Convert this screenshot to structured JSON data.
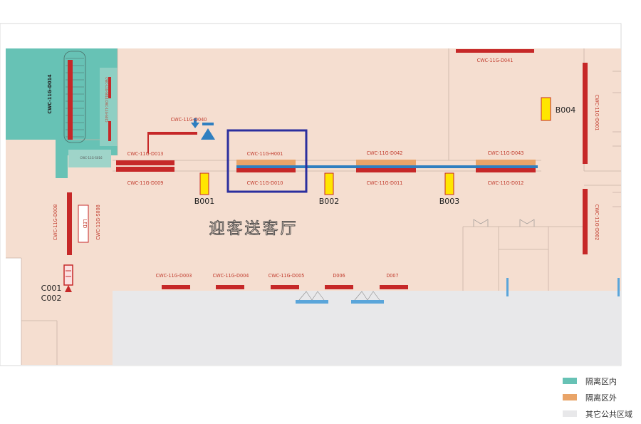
{
  "colors": {
    "isolation_inside": "#67c2b5",
    "isolation_outside": "#e9a468",
    "public_area": "#e8e8ea",
    "floor": "#f5ded0",
    "counter_red": "#c62828",
    "highlight_frame": "#2b2f9e",
    "belt_blue": "#2f7fc0",
    "gate_yellow": "#ffe600"
  },
  "hall_title": "迎客送客厅",
  "led_label": "LED",
  "counters": {
    "d014": "CWC-11G-D014",
    "s014": "CWC-11G-S014",
    "s015": "CWC-11G-S015",
    "s016": "CWC-11G-S016",
    "d040": "CWC-11G-D040",
    "d041": "CWC-11G-D041",
    "d013": "CWC-11G-D013",
    "h001": "CWC-11G-H001",
    "d042": "CWC-11G-D042",
    "d043": "CWC-11G-D043",
    "d009": "CWC-11G-D009",
    "d010": "CWC-11G-D010",
    "d011": "CWC-11G-D011",
    "d012": "CWC-11G-D012",
    "d008": "CWC-11G-D008",
    "s008": "CWC-11G-S008",
    "d001": "CWC-11G-D001",
    "d002": "CWC-11G-D002",
    "d003": "CWC-11G-D003",
    "d004": "CWC-11G-D004",
    "d005": "CWC-11G-D005",
    "d006": "D006",
    "d007": "D007"
  },
  "gates": {
    "b001": "B001",
    "b002": "B002",
    "b003": "B003",
    "b004": "B004",
    "c001": "C001",
    "c002": "C002"
  },
  "legend": [
    {
      "label": "隔离区内",
      "color": "#67c2b5"
    },
    {
      "label": "隔离区外",
      "color": "#e9a468"
    },
    {
      "label": "其它公共区域",
      "color": "#e8e8ea"
    }
  ]
}
